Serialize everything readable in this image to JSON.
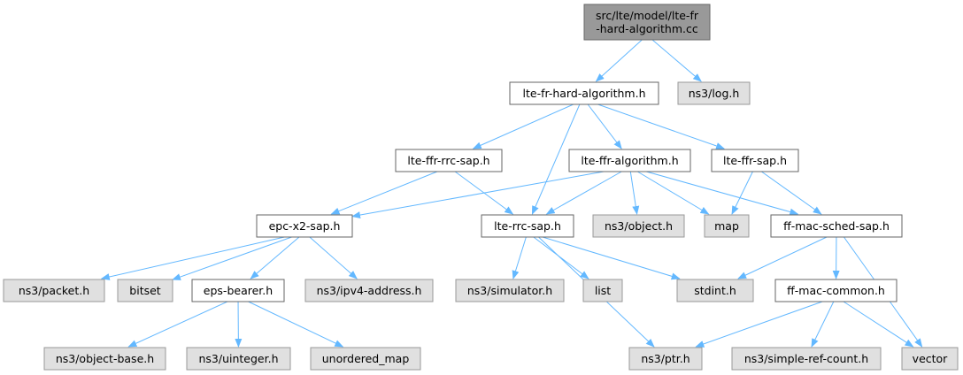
{
  "colors": {
    "root_fill": "#999999",
    "root_stroke": "#666666",
    "local_fill": "#ffffff",
    "local_stroke": "#666666",
    "system_fill": "#e0e0e0",
    "system_stroke": "#999999",
    "edge": "#63b8ff"
  },
  "nodes": [
    {
      "id": "root",
      "kind": "root",
      "lines": [
        "src/lte/model/lte-fr",
        "-hard-algorithm.cc"
      ]
    },
    {
      "id": "lte_fr_hard_h",
      "kind": "local",
      "lines": [
        "lte-fr-hard-algorithm.h"
      ]
    },
    {
      "id": "ns3_log",
      "kind": "system",
      "lines": [
        "ns3/log.h"
      ]
    },
    {
      "id": "lte_ffr_rrc_sap",
      "kind": "local",
      "lines": [
        "lte-ffr-rrc-sap.h"
      ]
    },
    {
      "id": "lte_ffr_algorithm",
      "kind": "local",
      "lines": [
        "lte-ffr-algorithm.h"
      ]
    },
    {
      "id": "lte_ffr_sap",
      "kind": "local",
      "lines": [
        "lte-ffr-sap.h"
      ]
    },
    {
      "id": "epc_x2_sap",
      "kind": "local",
      "lines": [
        "epc-x2-sap.h"
      ]
    },
    {
      "id": "lte_rrc_sap",
      "kind": "local",
      "lines": [
        "lte-rrc-sap.h"
      ]
    },
    {
      "id": "ns3_object",
      "kind": "system",
      "lines": [
        "ns3/object.h"
      ]
    },
    {
      "id": "map",
      "kind": "system",
      "lines": [
        "map"
      ]
    },
    {
      "id": "ff_mac_sched_sap",
      "kind": "local",
      "lines": [
        "ff-mac-sched-sap.h"
      ]
    },
    {
      "id": "ns3_packet",
      "kind": "system",
      "lines": [
        "ns3/packet.h"
      ]
    },
    {
      "id": "bitset",
      "kind": "system",
      "lines": [
        "bitset"
      ]
    },
    {
      "id": "eps_bearer",
      "kind": "local",
      "lines": [
        "eps-bearer.h"
      ]
    },
    {
      "id": "ns3_ipv4_address",
      "kind": "system",
      "lines": [
        "ns3/ipv4-address.h"
      ]
    },
    {
      "id": "ns3_simulator",
      "kind": "system",
      "lines": [
        "ns3/simulator.h"
      ]
    },
    {
      "id": "list",
      "kind": "system",
      "lines": [
        "list"
      ]
    },
    {
      "id": "stdint",
      "kind": "system",
      "lines": [
        "stdint.h"
      ]
    },
    {
      "id": "ff_mac_common",
      "kind": "local",
      "lines": [
        "ff-mac-common.h"
      ]
    },
    {
      "id": "ns3_object_base",
      "kind": "system",
      "lines": [
        "ns3/object-base.h"
      ]
    },
    {
      "id": "ns3_uinteger",
      "kind": "system",
      "lines": [
        "ns3/uinteger.h"
      ]
    },
    {
      "id": "unordered_map",
      "kind": "system",
      "lines": [
        "unordered_map"
      ]
    },
    {
      "id": "ns3_ptr",
      "kind": "system",
      "lines": [
        "ns3/ptr.h"
      ]
    },
    {
      "id": "ns3_simple_ref_count",
      "kind": "system",
      "lines": [
        "ns3/simple-ref-count.h"
      ]
    },
    {
      "id": "vector",
      "kind": "system",
      "lines": [
        "vector"
      ]
    }
  ],
  "edges": [
    [
      "root",
      "lte_fr_hard_h"
    ],
    [
      "root",
      "ns3_log"
    ],
    [
      "lte_fr_hard_h",
      "lte_ffr_rrc_sap"
    ],
    [
      "lte_fr_hard_h",
      "lte_ffr_algorithm"
    ],
    [
      "lte_fr_hard_h",
      "lte_ffr_sap"
    ],
    [
      "lte_fr_hard_h",
      "lte_rrc_sap"
    ],
    [
      "lte_ffr_rrc_sap",
      "epc_x2_sap"
    ],
    [
      "lte_ffr_rrc_sap",
      "lte_rrc_sap"
    ],
    [
      "lte_ffr_algorithm",
      "epc_x2_sap"
    ],
    [
      "lte_ffr_algorithm",
      "lte_rrc_sap"
    ],
    [
      "lte_ffr_algorithm",
      "ns3_object"
    ],
    [
      "lte_ffr_algorithm",
      "map"
    ],
    [
      "lte_ffr_algorithm",
      "ff_mac_sched_sap"
    ],
    [
      "lte_ffr_sap",
      "map"
    ],
    [
      "lte_ffr_sap",
      "ff_mac_sched_sap"
    ],
    [
      "epc_x2_sap",
      "ns3_packet"
    ],
    [
      "epc_x2_sap",
      "bitset"
    ],
    [
      "epc_x2_sap",
      "eps_bearer"
    ],
    [
      "epc_x2_sap",
      "ns3_ipv4_address"
    ],
    [
      "lte_rrc_sap",
      "ns3_simulator"
    ],
    [
      "lte_rrc_sap",
      "list"
    ],
    [
      "lte_rrc_sap",
      "stdint"
    ],
    [
      "lte_rrc_sap",
      "ns3_ptr"
    ],
    [
      "ff_mac_sched_sap",
      "stdint"
    ],
    [
      "ff_mac_sched_sap",
      "ff_mac_common"
    ],
    [
      "ff_mac_sched_sap",
      "vector"
    ],
    [
      "eps_bearer",
      "ns3_object_base"
    ],
    [
      "eps_bearer",
      "ns3_uinteger"
    ],
    [
      "eps_bearer",
      "unordered_map"
    ],
    [
      "ff_mac_common",
      "ns3_ptr"
    ],
    [
      "ff_mac_common",
      "ns3_simple_ref_count"
    ],
    [
      "ff_mac_common",
      "vector"
    ]
  ]
}
